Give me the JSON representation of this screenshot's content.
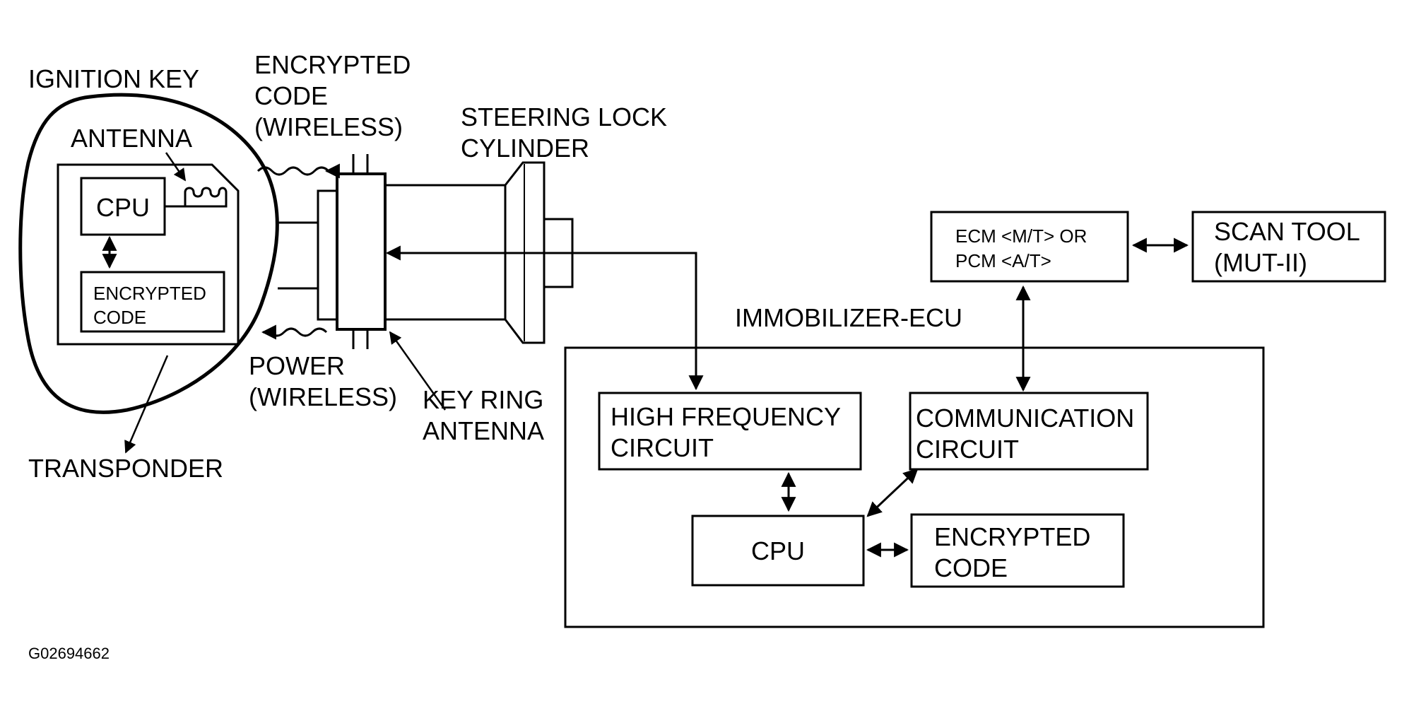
{
  "ignition_key": {
    "title": "IGNITION KEY",
    "antenna_label": "ANTENNA",
    "cpu_label": "CPU",
    "code_line1": "ENCRYPTED",
    "code_line2": "CODE",
    "transponder_label": "TRANSPONDER"
  },
  "signals": {
    "code_line1": "ENCRYPTED",
    "code_line2": "CODE",
    "code_line3": "(WIRELESS)",
    "power_line1": "POWER",
    "power_line2": "(WIRELESS)"
  },
  "steering_lock": {
    "line1": "STEERING LOCK",
    "line2": "CYLINDER"
  },
  "key_ring_antenna": {
    "line1": "KEY RING",
    "line2": "ANTENNA"
  },
  "ecm": {
    "line1": "ECM <M/T> OR",
    "line2": "PCM <A/T>"
  },
  "scan_tool": {
    "line1": "SCAN TOOL",
    "line2": "(MUT-II)"
  },
  "immobilizer": {
    "title": "IMMOBILIZER-ECU",
    "hf_line1": "HIGH FREQUENCY",
    "hf_line2": "CIRCUIT",
    "comm_line1": "COMMUNICATION",
    "comm_line2": "CIRCUIT",
    "cpu_label": "CPU",
    "code_line1": "ENCRYPTED",
    "code_line2": "CODE"
  },
  "figure_id": "G02694662"
}
